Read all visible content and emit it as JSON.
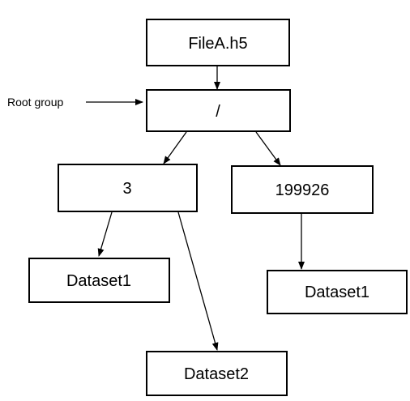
{
  "nodes": {
    "file": "FileA.h5",
    "root": "/",
    "group_3": "3",
    "group_199926": "199926",
    "dataset1_left": "Dataset1",
    "dataset2": "Dataset2",
    "dataset1_right": "Dataset1"
  },
  "annotations": {
    "root_group": "Root group"
  },
  "edges": [
    {
      "from": "file",
      "to": "root"
    },
    {
      "from": "root",
      "to": "group_3"
    },
    {
      "from": "root",
      "to": "group_199926"
    },
    {
      "from": "group_3",
      "to": "dataset1_left"
    },
    {
      "from": "group_3",
      "to": "dataset2"
    },
    {
      "from": "group_199926",
      "to": "dataset1_right"
    }
  ]
}
